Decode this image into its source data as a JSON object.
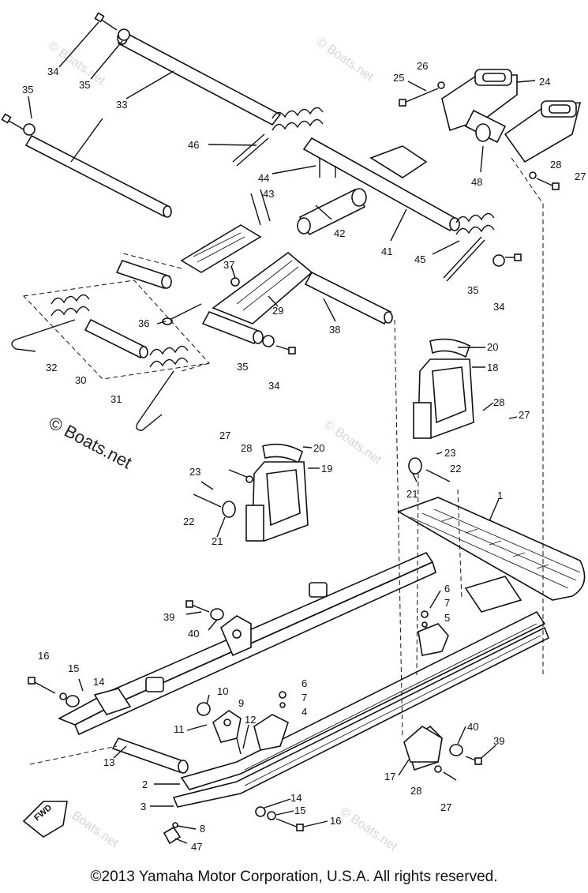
{
  "diagram": {
    "callouts": [
      {
        "id": "c34a",
        "text": "34"
      },
      {
        "id": "c35a",
        "text": "35"
      },
      {
        "id": "c33",
        "text": "33"
      },
      {
        "id": "c35b",
        "text": "35"
      },
      {
        "id": "c25",
        "text": "25"
      },
      {
        "id": "c26",
        "text": "26"
      },
      {
        "id": "c24",
        "text": "24"
      },
      {
        "id": "c46",
        "text": "46"
      },
      {
        "id": "c28a",
        "text": "28"
      },
      {
        "id": "c27a",
        "text": "27"
      },
      {
        "id": "c48",
        "text": "48"
      },
      {
        "id": "c44",
        "text": "44"
      },
      {
        "id": "c43",
        "text": "43"
      },
      {
        "id": "c42",
        "text": "42"
      },
      {
        "id": "c41",
        "text": "41"
      },
      {
        "id": "c45",
        "text": "45"
      },
      {
        "id": "c35c",
        "text": "35"
      },
      {
        "id": "c34b",
        "text": "34"
      },
      {
        "id": "c37",
        "text": "37"
      },
      {
        "id": "c29",
        "text": "29"
      },
      {
        "id": "c36",
        "text": "36"
      },
      {
        "id": "c38",
        "text": "38"
      },
      {
        "id": "c32",
        "text": "32"
      },
      {
        "id": "c30",
        "text": "30"
      },
      {
        "id": "c31",
        "text": "31"
      },
      {
        "id": "c35d",
        "text": "35"
      },
      {
        "id": "c34c",
        "text": "34"
      },
      {
        "id": "c20a",
        "text": "20"
      },
      {
        "id": "c18",
        "text": "18"
      },
      {
        "id": "c28b",
        "text": "28"
      },
      {
        "id": "c27b",
        "text": "27"
      },
      {
        "id": "c23a",
        "text": "23"
      },
      {
        "id": "c22a",
        "text": "22"
      },
      {
        "id": "c21a",
        "text": "21"
      },
      {
        "id": "c27c",
        "text": "27"
      },
      {
        "id": "c28c",
        "text": "28"
      },
      {
        "id": "c20b",
        "text": "20"
      },
      {
        "id": "c19",
        "text": "19"
      },
      {
        "id": "c23b",
        "text": "23"
      },
      {
        "id": "c22b",
        "text": "22"
      },
      {
        "id": "c21b",
        "text": "21"
      },
      {
        "id": "c1",
        "text": "1"
      },
      {
        "id": "c6a",
        "text": "6"
      },
      {
        "id": "c7a",
        "text": "7"
      },
      {
        "id": "c5",
        "text": "5"
      },
      {
        "id": "c39a",
        "text": "39"
      },
      {
        "id": "c40a",
        "text": "40"
      },
      {
        "id": "c16a",
        "text": "16"
      },
      {
        "id": "c15a",
        "text": "15"
      },
      {
        "id": "c14a",
        "text": "14"
      },
      {
        "id": "c10",
        "text": "10"
      },
      {
        "id": "c9",
        "text": "9"
      },
      {
        "id": "c6b",
        "text": "6"
      },
      {
        "id": "c7b",
        "text": "7"
      },
      {
        "id": "c4",
        "text": "4"
      },
      {
        "id": "c11",
        "text": "11"
      },
      {
        "id": "c12",
        "text": "12"
      },
      {
        "id": "c13",
        "text": "13"
      },
      {
        "id": "c40b",
        "text": "40"
      },
      {
        "id": "c39b",
        "text": "39"
      },
      {
        "id": "c2",
        "text": "2"
      },
      {
        "id": "c17",
        "text": "17"
      },
      {
        "id": "c28d",
        "text": "28"
      },
      {
        "id": "c27d",
        "text": "27"
      },
      {
        "id": "c3",
        "text": "3"
      },
      {
        "id": "c14b",
        "text": "14"
      },
      {
        "id": "c15b",
        "text": "15"
      },
      {
        "id": "c16b",
        "text": "16"
      },
      {
        "id": "c8",
        "text": "8"
      },
      {
        "id": "c47",
        "text": "47"
      }
    ],
    "fwd_label": "FWD",
    "watermark_main": "© Boats.net",
    "watermark_faint": "© Boats.net",
    "watermark_faint_short": "Boats.net"
  },
  "footer": {
    "copyright": "©2013 Yamaha Motor Corporation, U.S.A. All rights reserved."
  }
}
